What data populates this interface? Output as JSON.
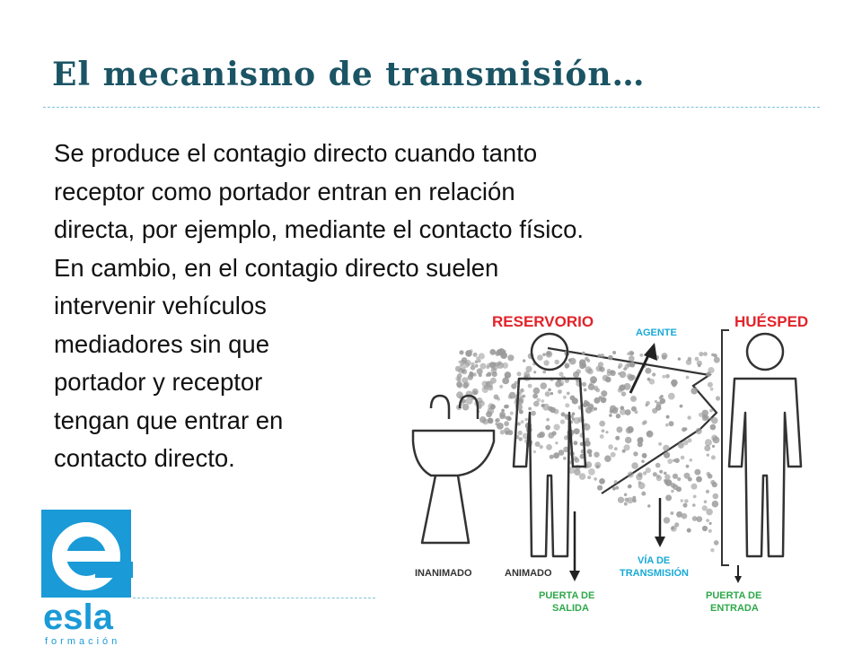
{
  "slide": {
    "title": "El mecanismo de transmisión…",
    "lines": [
      "Se produce el contagio directo cuando tanto",
      "receptor como portador entran en relación",
      "directa, por ejemplo, mediante el contacto físico.",
      "En cambio, en el contagio directo suelen",
      "intervenir vehículos",
      "mediadores sin que",
      "portador y receptor",
      "tengan que entrar en",
      "contacto directo."
    ]
  },
  "diagram": {
    "reservorio": "RESERVORIO",
    "agente": "AGENTE",
    "huesped": "HUÉSPED",
    "inanimado": "INANIMADO",
    "animado": "ANIMADO",
    "via_1": "VÍA DE",
    "via_2": "TRANSMISIÓN",
    "salida_1": "PUERTA DE",
    "salida_2": "SALIDA",
    "entrada_1": "PUERTA DE",
    "entrada_2": "ENTRADA"
  },
  "logo": {
    "brand": "esla",
    "sub": "formación"
  },
  "colors": {
    "title": "#1b5464",
    "red": "#e2232a",
    "blue": "#18a9d6",
    "green": "#2fa84a",
    "logo_blue": "#1a9ad6"
  }
}
